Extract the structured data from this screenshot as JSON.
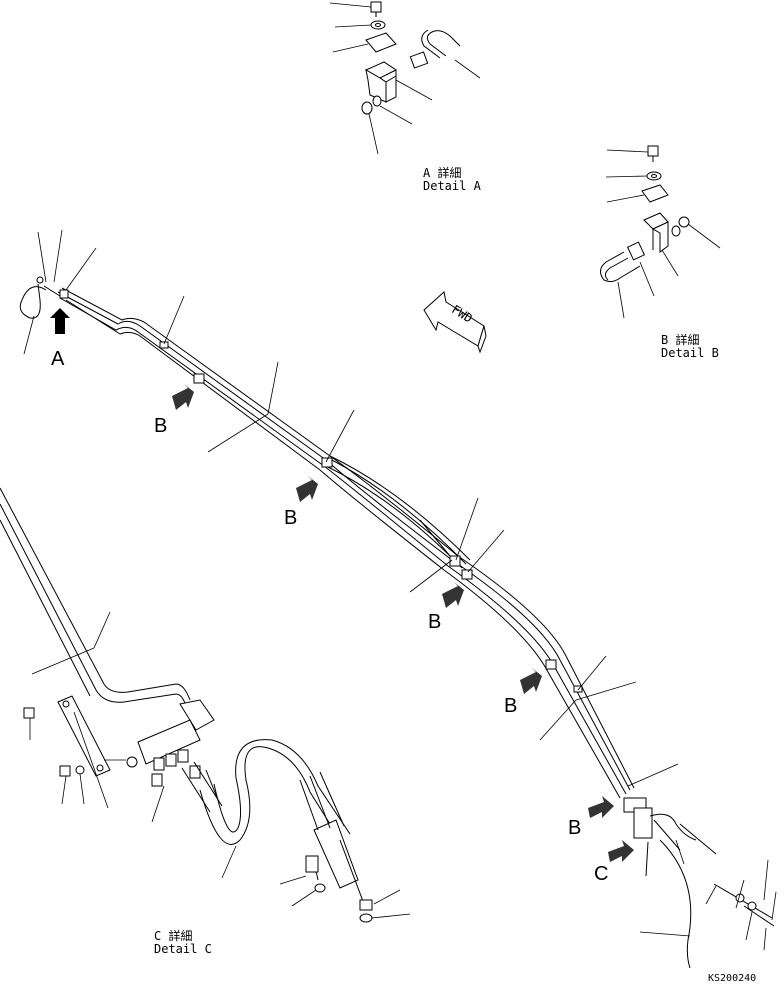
{
  "detail_a": {
    "title_jp": "A 詳細",
    "title_en": "Detail A"
  },
  "detail_b": {
    "title_jp": "B 詳細",
    "title_en": "Detail B"
  },
  "detail_c": {
    "title_jp": "C 詳細",
    "title_en": "Detail C"
  },
  "view_letters": {
    "a": "A",
    "b": "B",
    "c": "C"
  },
  "fwd_label": "FWD",
  "drawing_code": "KS200240"
}
